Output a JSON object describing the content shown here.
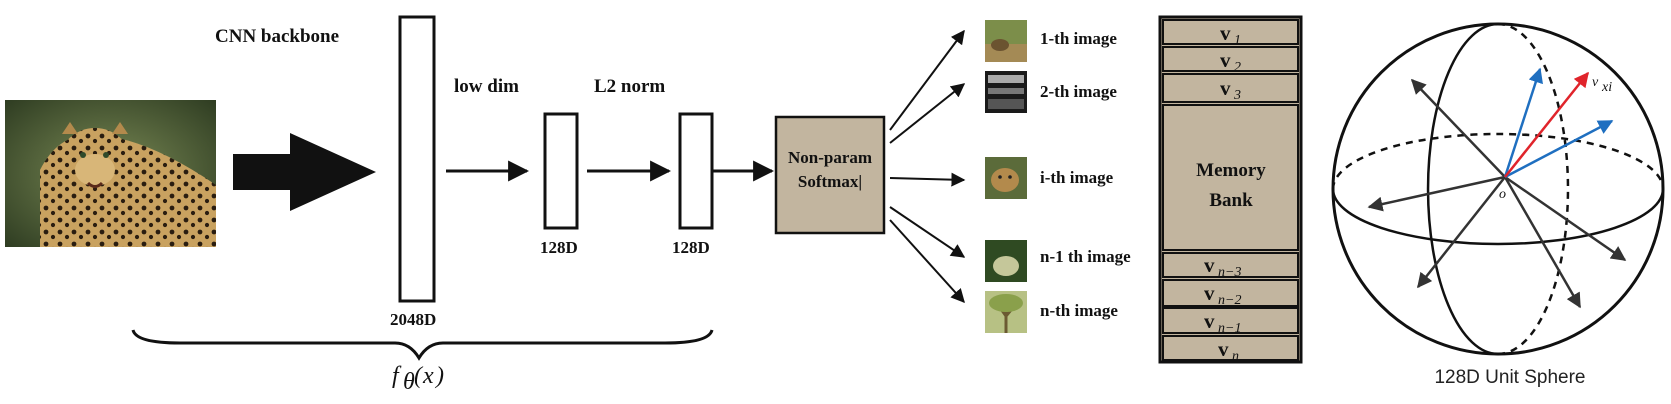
{
  "labels": {
    "cnn_backbone": "CNN backbone",
    "low_dim": "low dim",
    "l2_norm": "L2 norm",
    "dim_2048": "2048D",
    "dim_128_a": "128D",
    "dim_128_b": "128D",
    "softmax_line1": "Non-param",
    "softmax_line2": "Softmax|",
    "f_theta": "fθ(x)",
    "memory_bank_line1": "Memory",
    "memory_bank_line2": "Bank",
    "sphere_caption": "128D Unit Sphere",
    "sphere_origin": "o",
    "sphere_vector_label": "v",
    "sphere_vector_sub": "xi"
  },
  "images": [
    {
      "label": "1-th image"
    },
    {
      "label": "2-th image"
    },
    {
      "label": "i-th image"
    },
    {
      "label": "n-1 th image"
    },
    {
      "label": "n-th image"
    }
  ],
  "memory_rows": [
    {
      "base": "v",
      "sub": "1"
    },
    {
      "base": "v",
      "sub": "2"
    },
    {
      "base": "v",
      "sub": "3"
    },
    {
      "base": "v",
      "sub": "n−3"
    },
    {
      "base": "v",
      "sub": "n−2"
    },
    {
      "base": "v",
      "sub": "n−1"
    },
    {
      "base": "v",
      "sub": "n"
    }
  ],
  "colors": {
    "box_fill": "#c2b59f",
    "red_arrow": "#e0242b",
    "blue_arrow": "#1f6fc0",
    "dark_arrow": "#333333"
  }
}
